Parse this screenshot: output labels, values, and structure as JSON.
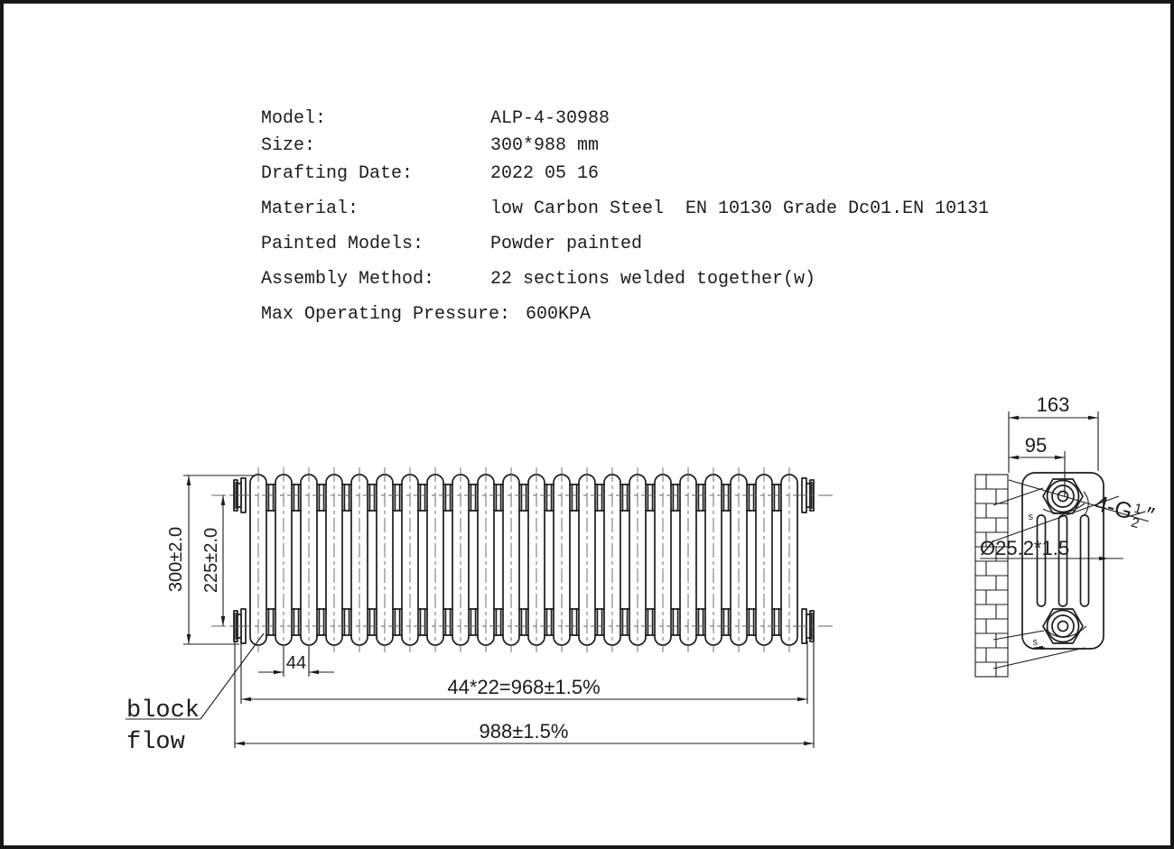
{
  "spec": {
    "rows": [
      {
        "label": "Model:",
        "value": "ALP-4-30988"
      },
      {
        "label": "Size:",
        "value": "300*988 mm"
      },
      {
        "label": "Drafting Date:",
        "value": "2022 05 16"
      },
      {
        "label": "Material:",
        "value": "low Carbon Steel  EN 10130 Grade Dc01.EN 10131"
      },
      {
        "label": "Painted Models:",
        "value": "Powder painted"
      },
      {
        "label": "Assembly Method:",
        "value": "22 sections welded together(w)"
      },
      {
        "label": "Max Operating Pressure:",
        "value": "600KPA"
      }
    ]
  },
  "front_view": {
    "sections": 22,
    "dim_height_overall": "300±2.0",
    "dim_height_centers": "225±2.0",
    "dim_section_pitch": "44",
    "dim_sections_total": "44*22=968±1.5%",
    "dim_width_overall": "988±1.5%",
    "note_line1": "block",
    "note_line2": "flow"
  },
  "side_view": {
    "dim_depth_overall": "163",
    "dim_wall_to_center": "95",
    "thread_label_prefix": "4-G",
    "thread_fraction_numerator": "1",
    "thread_fraction_denominator": "2",
    "thread_unit": "″",
    "tube_label": "Ø25.2*1.5",
    "marker_top": "s",
    "marker_bottom": "s"
  },
  "colors": {
    "line": "#1c1c1c",
    "centerline": "#606060",
    "background": "#ffffff"
  }
}
